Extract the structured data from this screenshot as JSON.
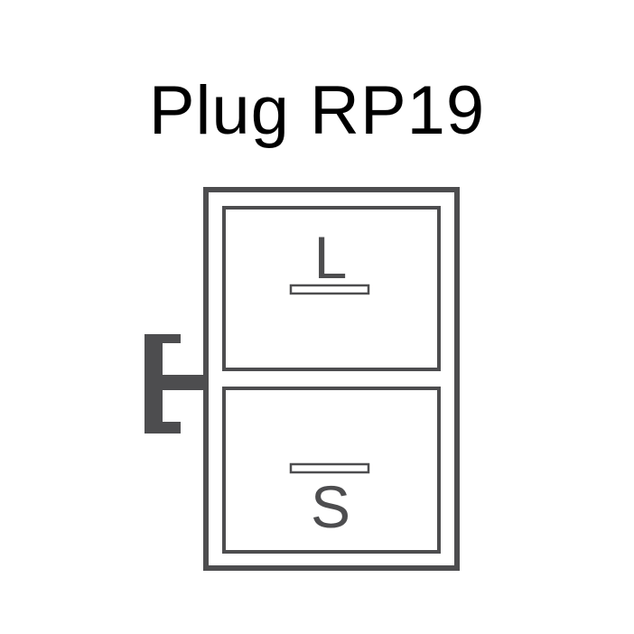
{
  "title": "Plug RP19",
  "colors": {
    "stroke": "#4d4d4f",
    "fill": "#4d4d4f",
    "background": "#ffffff",
    "title": "#000000"
  },
  "slots": [
    {
      "label": "L"
    },
    {
      "label": "S"
    }
  ]
}
